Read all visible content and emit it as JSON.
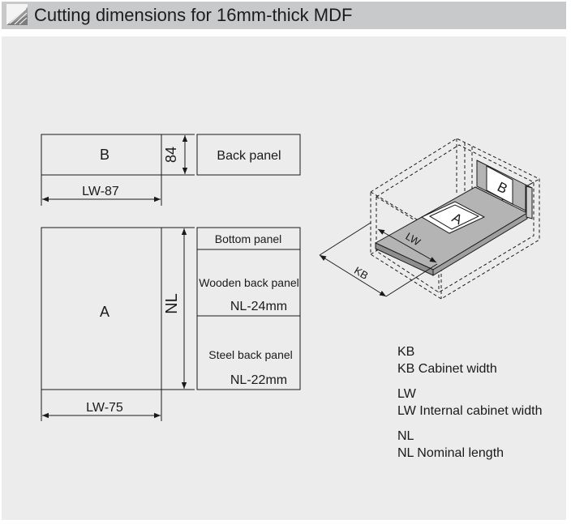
{
  "header": {
    "title": "Cutting dimensions for 16mm-thick MDF",
    "icon": "pattern-icon"
  },
  "panels": {
    "b_label": "B",
    "b_height": "84",
    "b_width": "LW-87",
    "back_panel": "Back panel",
    "a_label": "A",
    "a_height": "NL",
    "a_width": "LW-75",
    "bottom_panel": "Bottom panel",
    "wooden_back_panel": "Wooden back panel",
    "wooden_dim": "NL-24mm",
    "steel_back_panel": "Steel back panel",
    "steel_dim": "NL-22mm"
  },
  "drawer": {
    "kb": "KB",
    "lw": "LW",
    "a": "A",
    "b": "B"
  },
  "legend": [
    {
      "abbr": "KB",
      "text": "KB Cabinet width"
    },
    {
      "abbr": "LW",
      "text": "LW Internal cabinet width"
    },
    {
      "abbr": "NL",
      "text": "NL Nominal length"
    }
  ],
  "colors": {
    "header_bg": "#c8c9ca",
    "panel_bg": "#ececec",
    "line": "#1a1a1a"
  }
}
